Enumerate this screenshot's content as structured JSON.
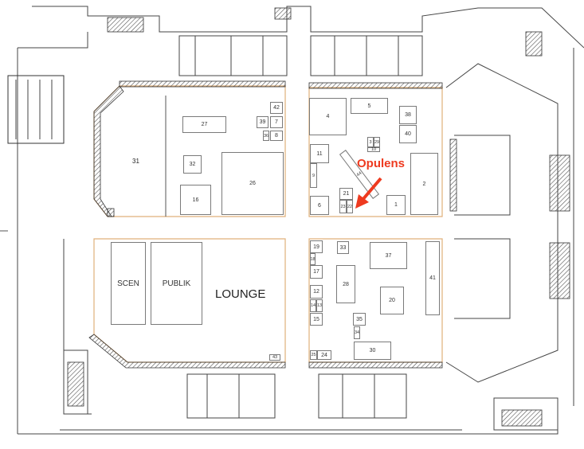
{
  "map": {
    "highlight": {
      "label": "Opulens",
      "color": "#ee3a1f",
      "booth": "22"
    },
    "areas": {
      "scen": "SCEN",
      "publik": "PUBLIK",
      "lounge": "LOUNGE",
      "hall_31": "31"
    },
    "booths": [
      "1",
      "2",
      "3",
      "4",
      "5",
      "6",
      "7",
      "8",
      "9",
      "10",
      "11",
      "12",
      "13",
      "14",
      "15",
      "16",
      "17",
      "18",
      "19",
      "20",
      "21",
      "22",
      "23",
      "24",
      "25",
      "26",
      "27",
      "28",
      "29",
      "30",
      "32",
      "33",
      "34",
      "35",
      "36",
      "37",
      "38",
      "39",
      "40",
      "41",
      "42",
      "43",
      "44"
    ],
    "hall_outline_color": "#e0b07a"
  }
}
